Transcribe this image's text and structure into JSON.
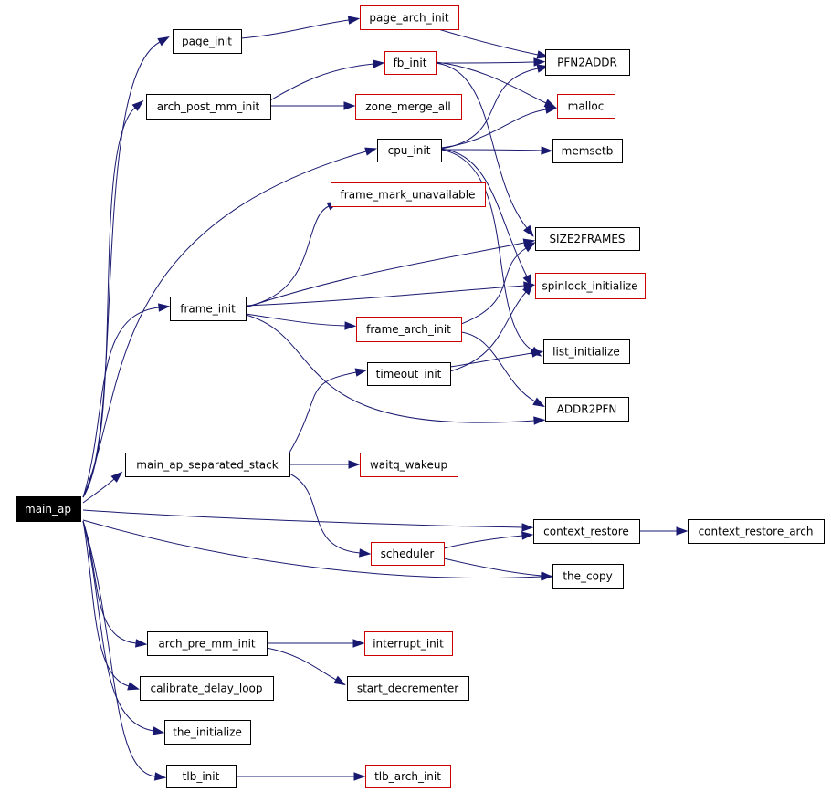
{
  "graph": {
    "colors": {
      "edge": "#191970",
      "node_border_normal": "#000000",
      "node_border_external": "#cc0000",
      "root_fill": "#000000",
      "root_text": "#ffffff",
      "node_fill": "#ffffff",
      "node_text": "#000000"
    },
    "nodes": [
      {
        "id": "main_ap",
        "label": "main_ap",
        "style": "root"
      },
      {
        "id": "page_init",
        "label": "page_init",
        "style": "normal"
      },
      {
        "id": "page_arch_init",
        "label": "page_arch_init",
        "style": "external"
      },
      {
        "id": "PFN2ADDR",
        "label": "PFN2ADDR",
        "style": "normal"
      },
      {
        "id": "fb_init",
        "label": "fb_init",
        "style": "external"
      },
      {
        "id": "arch_post_mm_init",
        "label": "arch_post_mm_init",
        "style": "normal"
      },
      {
        "id": "zone_merge_all",
        "label": "zone_merge_all",
        "style": "external"
      },
      {
        "id": "malloc",
        "label": "malloc",
        "style": "external"
      },
      {
        "id": "cpu_init",
        "label": "cpu_init",
        "style": "normal"
      },
      {
        "id": "memsetb",
        "label": "memsetb",
        "style": "normal"
      },
      {
        "id": "frame_mark_unavailable",
        "label": "frame_mark_unavailable",
        "style": "external"
      },
      {
        "id": "SIZE2FRAMES",
        "label": "SIZE2FRAMES",
        "style": "normal"
      },
      {
        "id": "frame_init",
        "label": "frame_init",
        "style": "normal"
      },
      {
        "id": "spinlock_initialize",
        "label": "spinlock_initialize",
        "style": "external"
      },
      {
        "id": "frame_arch_init",
        "label": "frame_arch_init",
        "style": "external"
      },
      {
        "id": "timeout_init",
        "label": "timeout_init",
        "style": "normal"
      },
      {
        "id": "list_initialize",
        "label": "list_initialize",
        "style": "normal"
      },
      {
        "id": "ADDR2PFN",
        "label": "ADDR2PFN",
        "style": "normal"
      },
      {
        "id": "main_ap_separated_stack",
        "label": "main_ap_separated_stack",
        "style": "normal"
      },
      {
        "id": "waitq_wakeup",
        "label": "waitq_wakeup",
        "style": "external"
      },
      {
        "id": "context_restore",
        "label": "context_restore",
        "style": "normal"
      },
      {
        "id": "context_restore_arch",
        "label": "context_restore_arch",
        "style": "normal"
      },
      {
        "id": "scheduler",
        "label": "scheduler",
        "style": "external"
      },
      {
        "id": "the_copy",
        "label": "the_copy",
        "style": "normal"
      },
      {
        "id": "arch_pre_mm_init",
        "label": "arch_pre_mm_init",
        "style": "normal"
      },
      {
        "id": "interrupt_init",
        "label": "interrupt_init",
        "style": "external"
      },
      {
        "id": "start_decrementer",
        "label": "start_decrementer",
        "style": "normal"
      },
      {
        "id": "calibrate_delay_loop",
        "label": "calibrate_delay_loop",
        "style": "normal"
      },
      {
        "id": "the_initialize",
        "label": "the_initialize",
        "style": "normal"
      },
      {
        "id": "tlb_init",
        "label": "tlb_init",
        "style": "normal"
      },
      {
        "id": "tlb_arch_init",
        "label": "tlb_arch_init",
        "style": "external"
      }
    ],
    "edges": [
      {
        "from": "main_ap",
        "to": "page_init"
      },
      {
        "from": "main_ap",
        "to": "arch_post_mm_init"
      },
      {
        "from": "main_ap",
        "to": "cpu_init"
      },
      {
        "from": "main_ap",
        "to": "frame_init"
      },
      {
        "from": "main_ap",
        "to": "main_ap_separated_stack"
      },
      {
        "from": "main_ap",
        "to": "context_restore"
      },
      {
        "from": "main_ap",
        "to": "the_copy"
      },
      {
        "from": "main_ap",
        "to": "arch_pre_mm_init"
      },
      {
        "from": "main_ap",
        "to": "calibrate_delay_loop"
      },
      {
        "from": "main_ap",
        "to": "the_initialize"
      },
      {
        "from": "main_ap",
        "to": "tlb_init"
      },
      {
        "from": "page_init",
        "to": "page_arch_init"
      },
      {
        "from": "page_arch_init",
        "to": "PFN2ADDR"
      },
      {
        "from": "arch_post_mm_init",
        "to": "fb_init"
      },
      {
        "from": "arch_post_mm_init",
        "to": "zone_merge_all"
      },
      {
        "from": "fb_init",
        "to": "PFN2ADDR"
      },
      {
        "from": "fb_init",
        "to": "malloc"
      },
      {
        "from": "fb_init",
        "to": "SIZE2FRAMES"
      },
      {
        "from": "cpu_init",
        "to": "PFN2ADDR"
      },
      {
        "from": "cpu_init",
        "to": "malloc"
      },
      {
        "from": "cpu_init",
        "to": "memsetb"
      },
      {
        "from": "cpu_init",
        "to": "spinlock_initialize"
      },
      {
        "from": "cpu_init",
        "to": "list_initialize"
      },
      {
        "from": "frame_init",
        "to": "frame_mark_unavailable"
      },
      {
        "from": "frame_init",
        "to": "SIZE2FRAMES"
      },
      {
        "from": "frame_init",
        "to": "spinlock_initialize"
      },
      {
        "from": "frame_init",
        "to": "frame_arch_init"
      },
      {
        "from": "frame_init",
        "to": "ADDR2PFN"
      },
      {
        "from": "frame_arch_init",
        "to": "SIZE2FRAMES"
      },
      {
        "from": "frame_arch_init",
        "to": "ADDR2PFN"
      },
      {
        "from": "main_ap_separated_stack",
        "to": "timeout_init"
      },
      {
        "from": "main_ap_separated_stack",
        "to": "waitq_wakeup"
      },
      {
        "from": "main_ap_separated_stack",
        "to": "scheduler"
      },
      {
        "from": "timeout_init",
        "to": "spinlock_initialize"
      },
      {
        "from": "timeout_init",
        "to": "list_initialize"
      },
      {
        "from": "context_restore",
        "to": "context_restore_arch"
      },
      {
        "from": "scheduler",
        "to": "context_restore"
      },
      {
        "from": "scheduler",
        "to": "the_copy"
      },
      {
        "from": "arch_pre_mm_init",
        "to": "interrupt_init"
      },
      {
        "from": "arch_pre_mm_init",
        "to": "start_decrementer"
      },
      {
        "from": "tlb_init",
        "to": "tlb_arch_init"
      }
    ]
  }
}
